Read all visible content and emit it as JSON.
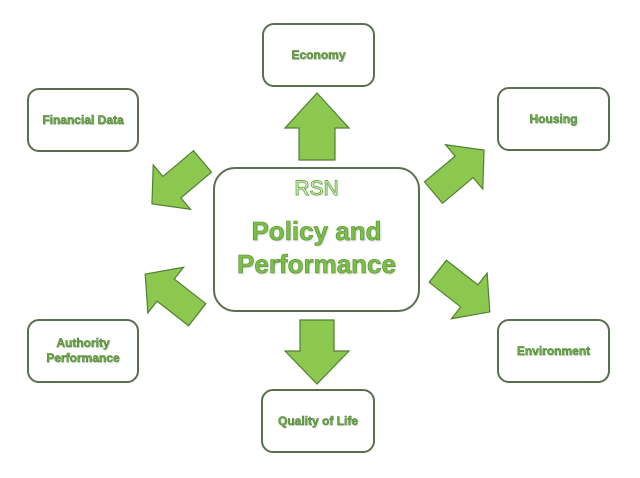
{
  "center": {
    "org": "RSN",
    "title": "Policy and\nPerformance"
  },
  "nodes": {
    "economy": "Economy",
    "financial_data": "Financial Data",
    "housing": "Housing",
    "authority_performance": "Authority\nPerformance",
    "environment": "Environment",
    "quality_of_life": "Quality of Life"
  },
  "colors": {
    "arrow_fill": "#8cc84f",
    "arrow_stroke": "#4f7f34",
    "label_green": "#6cb043",
    "box_border": "#5b6e4f"
  }
}
